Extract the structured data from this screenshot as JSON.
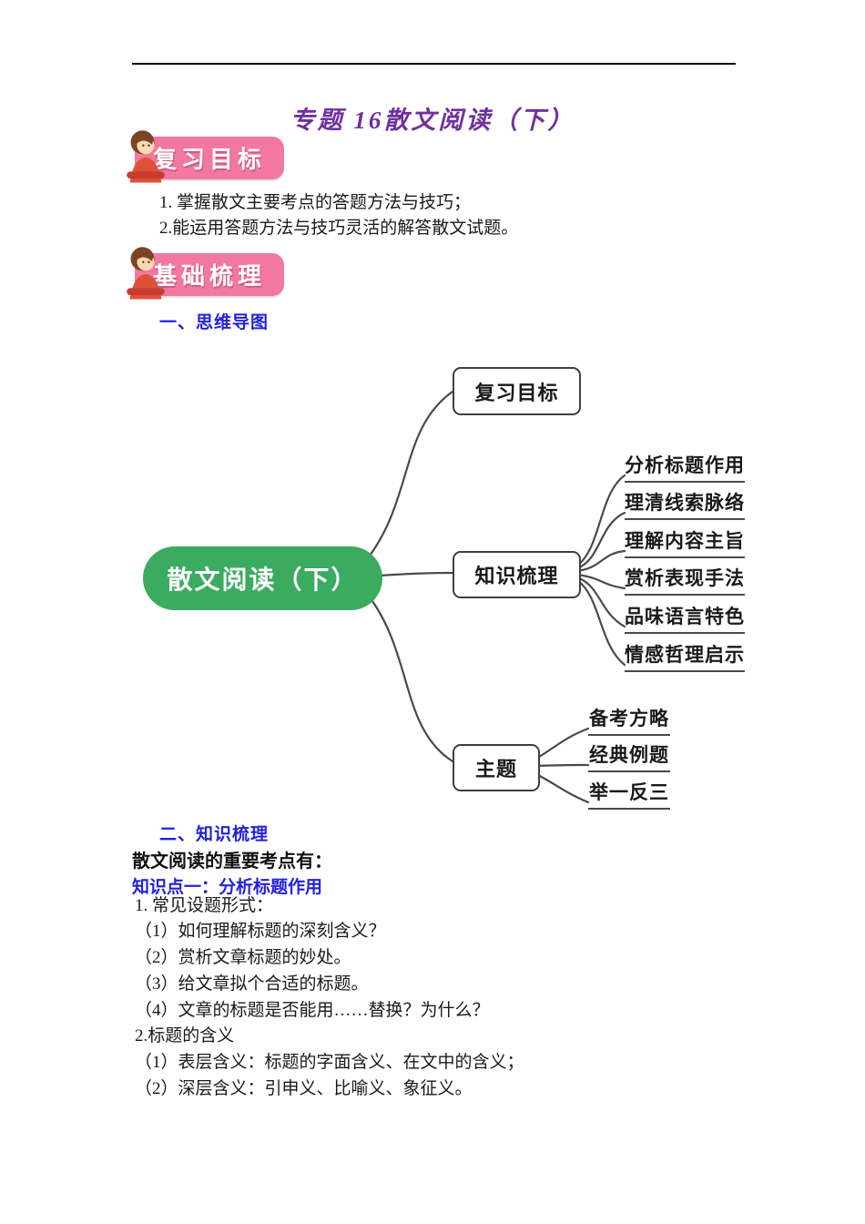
{
  "page": {
    "title": "专题 16散文阅读（下）"
  },
  "colors": {
    "title_purple": "#7030A0",
    "heading_blue": "#2121DF",
    "badge_pink": "#F2789E",
    "root_green": "#3BAB60"
  },
  "badges": {
    "review_goal": "复习目标",
    "foundation": "基础梳理"
  },
  "goals": [
    "1. 掌握散文主要考点的答题方法与技巧；",
    "2.能运用答题方法与技巧灵活的解答散文试题。"
  ],
  "sections": {
    "mindmap_heading": "一、思维导图",
    "knowledge_heading": "二、知识梳理"
  },
  "mindmap": {
    "root": "散文阅读（下）",
    "branches": [
      {
        "label": "复习目标",
        "children": []
      },
      {
        "label": "知识梳理",
        "children": [
          "分析标题作用",
          "理清线索脉络",
          "理解内容主旨",
          "赏析表现手法",
          "品味语言特色",
          "情感哲理启示"
        ]
      },
      {
        "label": "主题",
        "children": [
          "备考方略",
          "经典例题",
          "举一反三"
        ]
      }
    ]
  },
  "knowledge": {
    "intro": "散文阅读的重要考点有：",
    "point_heading": "知识点一：分析标题作用",
    "lines": [
      "1. 常见设题形式：",
      "（1）如何理解标题的深刻含义？",
      "（2）赏析文章标题的妙处。",
      "（3）给文章拟个合适的标题。",
      "（4）文章的标题是否能用……替换？为什么？",
      "2.标题的含义",
      "（1）表层含义：标题的字面含义、在文中的含义；",
      "（2）深层含义：引申义、比喻义、象征义。"
    ]
  }
}
